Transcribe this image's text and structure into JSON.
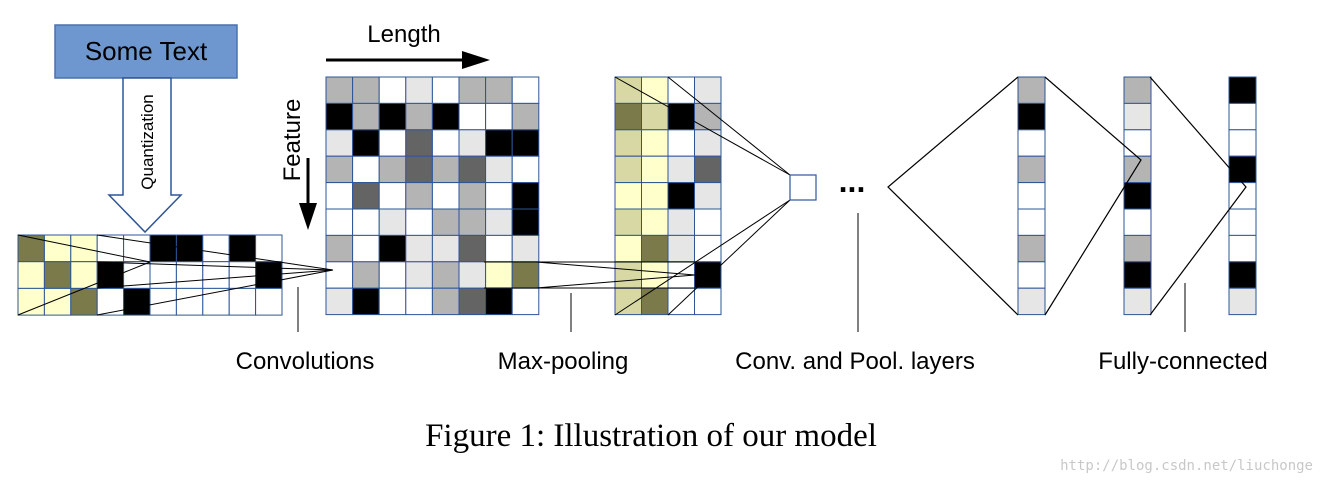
{
  "source_box": {
    "label": "Some Text",
    "fill": "#6f97cf",
    "stroke": "#4a72a8"
  },
  "arrow_label": "Quantization",
  "axis": {
    "length_label": "Length",
    "feature_label": "Feature"
  },
  "captions": {
    "convolutions": "Convolutions",
    "max_pooling": "Max-pooling",
    "conv_pool": "Conv. and Pool. layers",
    "fully_connected": "Fully-connected"
  },
  "ellipsis": "...",
  "figure_caption": "Figure 1: Illustration of our model",
  "watermark": "http://blog.csdn.net/liuchonge",
  "colors": {
    "grid_line": "#2e5597",
    "black": "#000000",
    "dark_gray": "#646464",
    "mid_gray": "#b4b4b4",
    "light_gray": "#e6e6e6",
    "white": "#ffffff",
    "pale_yellow": "#ffffcc",
    "khaki": "#d8d8a4",
    "olive": "#7a7a4a"
  },
  "palette_legend": "0=white, 1=light-gray, 2=mid-gray, 3=dark-gray, 4=black, 5=pale-yellow, 6=khaki, 7=olive",
  "input_grid": [
    [
      7,
      5,
      5,
      0,
      0,
      4,
      4,
      0,
      4,
      0
    ],
    [
      5,
      7,
      5,
      4,
      0,
      0,
      0,
      0,
      0,
      4
    ],
    [
      5,
      5,
      7,
      0,
      4,
      0,
      0,
      0,
      0,
      0
    ]
  ],
  "feature_map": [
    [
      2,
      2,
      0,
      1,
      0,
      2,
      2,
      0
    ],
    [
      4,
      2,
      4,
      2,
      4,
      0,
      0,
      2
    ],
    [
      1,
      4,
      0,
      3,
      0,
      1,
      4,
      4
    ],
    [
      2,
      0,
      2,
      3,
      2,
      3,
      1,
      0
    ],
    [
      0,
      3,
      0,
      2,
      0,
      2,
      0,
      4
    ],
    [
      0,
      0,
      1,
      0,
      2,
      2,
      1,
      4
    ],
    [
      2,
      0,
      4,
      1,
      1,
      3,
      0,
      1
    ],
    [
      0,
      2,
      0,
      1,
      2,
      1,
      5,
      7
    ],
    [
      1,
      4,
      0,
      0,
      2,
      3,
      4,
      0
    ]
  ],
  "pooled_map": [
    [
      6,
      5,
      0,
      1
    ],
    [
      7,
      6,
      4,
      2
    ],
    [
      6,
      5,
      0,
      1
    ],
    [
      6,
      5,
      1,
      3
    ],
    [
      5,
      5,
      4,
      1
    ],
    [
      6,
      5,
      1,
      0
    ],
    [
      5,
      7,
      1,
      0
    ],
    [
      6,
      5,
      0,
      4
    ],
    [
      6,
      7,
      0,
      0
    ]
  ],
  "conv_pool_column": [
    2,
    4,
    0,
    2,
    0,
    0,
    2,
    0,
    1
  ],
  "fc_column_1": [
    2,
    1,
    0,
    2,
    4,
    0,
    2,
    4,
    1
  ],
  "fc_column_2": [
    4,
    0,
    0,
    4,
    0,
    0,
    0,
    4,
    1
  ]
}
